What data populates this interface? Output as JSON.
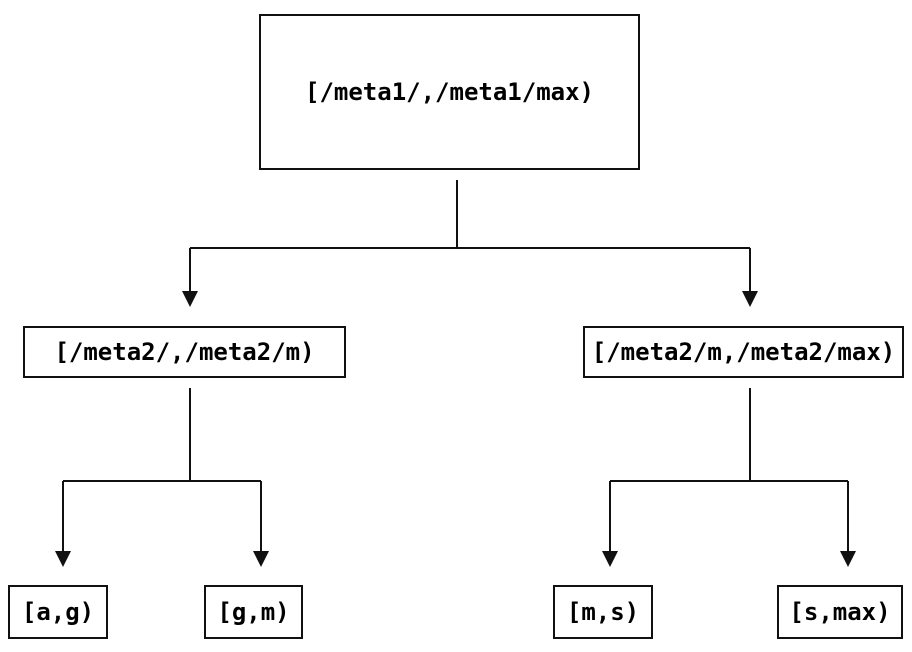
{
  "tree": {
    "label": "[/meta1/,/meta1/max)",
    "children": [
      {
        "label": "[/meta2/,/meta2/m)",
        "children": [
          {
            "label": "[a,g)"
          },
          {
            "label": "[g,m)"
          }
        ]
      },
      {
        "label": "[/meta2/m,/meta2/max)",
        "children": [
          {
            "label": "[m,s)"
          },
          {
            "label": "[s,max)"
          }
        ]
      }
    ]
  },
  "colors": {
    "line": "#111111",
    "box_border": "#111111",
    "background": "#ffffff",
    "text": "#000000"
  }
}
